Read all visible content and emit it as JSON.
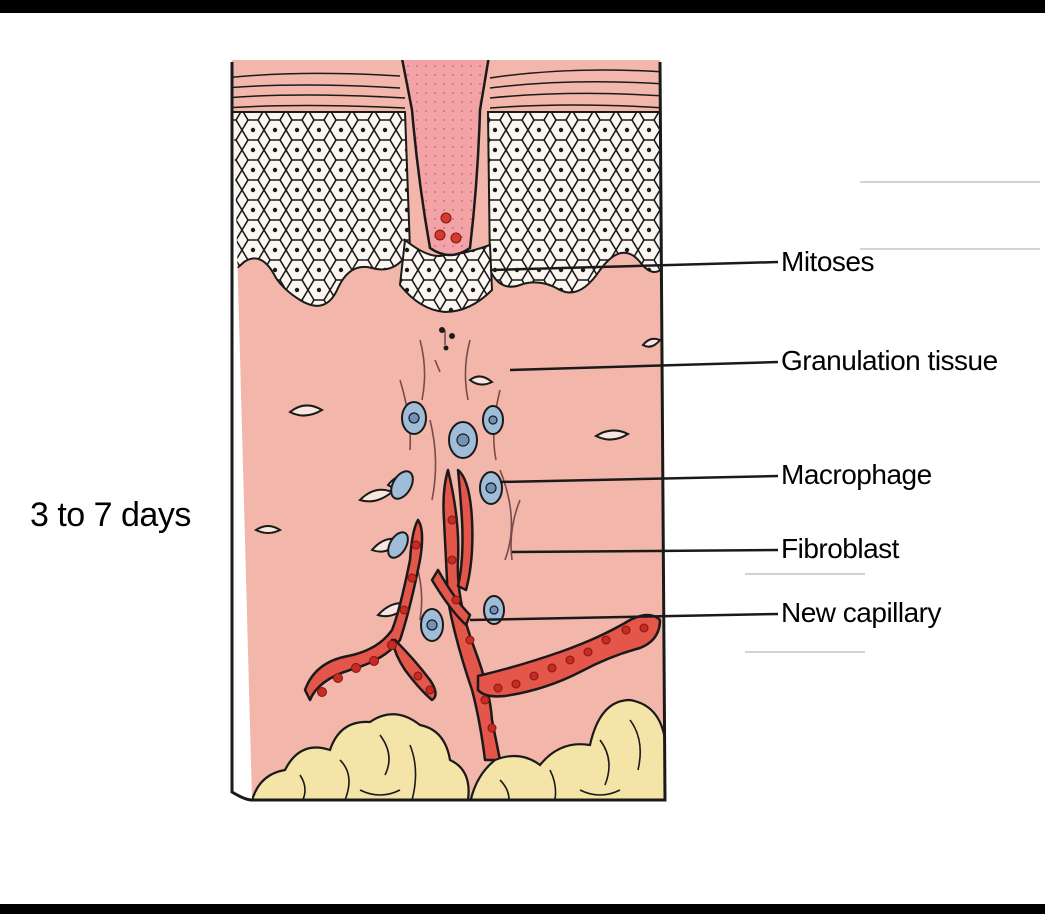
{
  "diagram": {
    "time_label": "3 to 7 days",
    "labels": {
      "mitoses": "Mitoses",
      "granulation": "Granulation tissue",
      "macrophage": "Macrophage",
      "fibroblast": "Fibroblast",
      "capillary": "New capillary"
    }
  },
  "colors": {
    "dermis": "#f2b7aa",
    "clot": "#f3a3a6",
    "epidermis_cell": "#fbf6ef",
    "capillary": "#e4554a",
    "fat": "#f4e4a8",
    "macrophage": "#9fbdd8"
  }
}
